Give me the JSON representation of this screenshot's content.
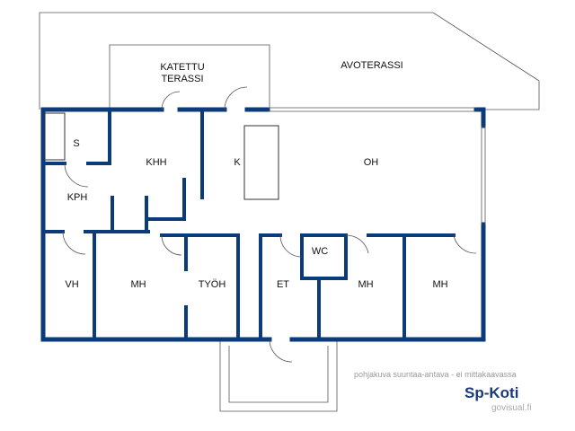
{
  "rooms": {
    "s": "S",
    "khh": "KHH",
    "k": "K",
    "oh": "OH",
    "kph": "KPH",
    "wc": "WC",
    "vh": "VH",
    "mh1": "MH",
    "tyoh": "TYÖH",
    "et": "ET",
    "mh2": "MH",
    "mh3": "MH",
    "katettu_line1": "KATETTU",
    "katettu_line2": "TERASSI",
    "avoterassi": "AVOTERASSI"
  },
  "footer": {
    "disclaimer": "pohjakuva suuntaa-antava - ei mittakaavassa",
    "brand": "Sp-Koti",
    "website": "govisual.fi"
  },
  "colors": {
    "wall": "#0b3b7a",
    "brand": "#1a3a78"
  }
}
